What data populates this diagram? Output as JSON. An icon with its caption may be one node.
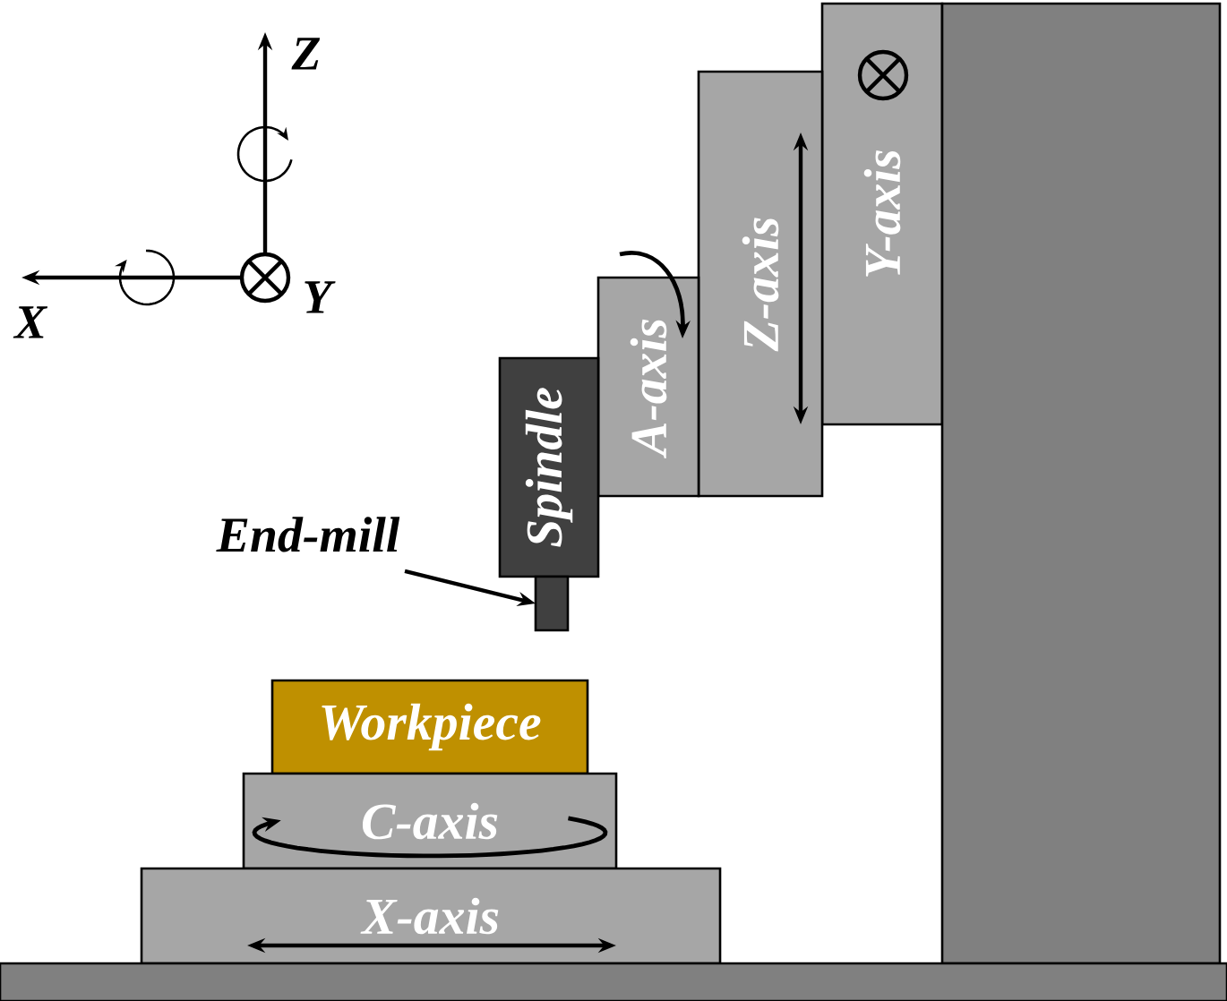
{
  "diagram": {
    "nodes": [
      {
        "text": [
          "Y-axis"
        ]
      },
      {
        "text": [
          "Z-axis"
        ]
      },
      {
        "text": [
          "A-axis"
        ]
      },
      {
        "text": [
          "Spindle"
        ]
      },
      {
        "text": [
          "End-mill"
        ]
      },
      {
        "text": [],
        "shape": "box"
      },
      {
        "text": [
          "Workpiece"
        ]
      },
      {
        "text": [
          "C-axis"
        ]
      },
      {
        "text": [
          "X-axis"
        ]
      },
      {
        "text": [],
        "shape": "box"
      },
      {
        "text": [],
        "shape": "box"
      }
    ],
    "edges": [
      {
        "from": 4,
        "to": 5,
        "arrow": "to"
      }
    ],
    "labels": [
      "Z",
      "Y",
      "X"
    ]
  }
}
